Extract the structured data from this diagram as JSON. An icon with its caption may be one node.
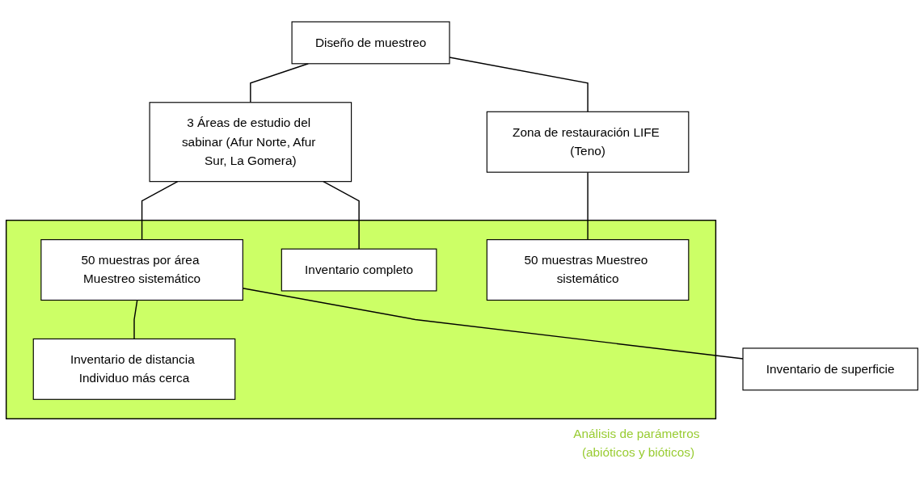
{
  "diagram": {
    "nodes": [
      {
        "text": [
          "Diseño de muestreo"
        ]
      },
      {
        "text": [
          "3 Áreas de estudio del sabinar (Afur Norte, Afur Sur, La Gomera)"
        ]
      },
      {
        "text": [
          "Zona de restauración LIFE (Teno)"
        ]
      },
      {
        "text": [
          "Análisis de parámetros (abióticos y bióticos)"
        ]
      },
      {
        "text": [
          "50 muestras por área Muestreo sistemático"
        ],
        "in": 3
      },
      {
        "text": [
          "50 muestras Muestreo sistemático"
        ],
        "in": 3
      },
      {
        "text": [
          "Inventario de distancia Individuo más cerca"
        ],
        "in": 3
      },
      {
        "text": [
          "Inventario completo"
        ],
        "in": 3
      },
      {
        "text": [
          "Inventario de superficie"
        ]
      }
    ],
    "edges": [
      {
        "from": 0,
        "to": 1,
        "arrow": "none"
      },
      {
        "from": 0,
        "to": 2,
        "arrow": "none"
      },
      {
        "from": 1,
        "to": 4,
        "arrow": "none"
      },
      {
        "from": 1,
        "to": 7,
        "arrow": "none"
      },
      {
        "from": 2,
        "to": 5,
        "arrow": "none"
      },
      {
        "from": 4,
        "to": 6,
        "arrow": "none"
      },
      {
        "from": 4,
        "to": 8,
        "arrow": "none"
      }
    ]
  }
}
